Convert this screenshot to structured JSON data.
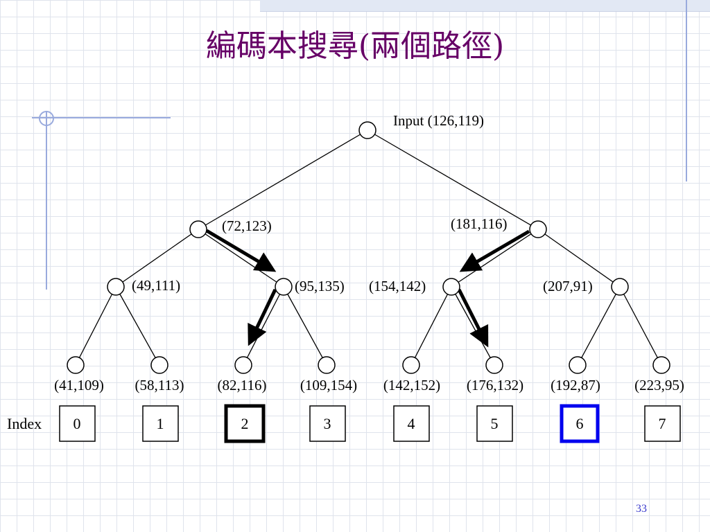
{
  "slide": {
    "title": "編碼本搜尋(兩個路徑)",
    "page_number": "33"
  },
  "tree": {
    "root_label": "Input (126,119)",
    "level1": [
      "(72,123)",
      "(181,116)"
    ],
    "level2": [
      "(49,111)",
      "(95,135)",
      "(154,142)",
      "(207,91)"
    ],
    "leaves": [
      "(41,109)",
      "(58,113)",
      "(82,116)",
      "(109,154)",
      "(142,152)",
      "(176,132)",
      "(192,87)",
      "(223,95)"
    ]
  },
  "index": {
    "label": "Index",
    "values": [
      "0",
      "1",
      "2",
      "3",
      "4",
      "5",
      "6",
      "7"
    ],
    "highlight_black": "2",
    "highlight_blue": "6"
  },
  "colors": {
    "title": "#660066",
    "highlight_blue": "#0000ee",
    "grid": "#dfe3ec",
    "accent_line": "#99aadd"
  }
}
